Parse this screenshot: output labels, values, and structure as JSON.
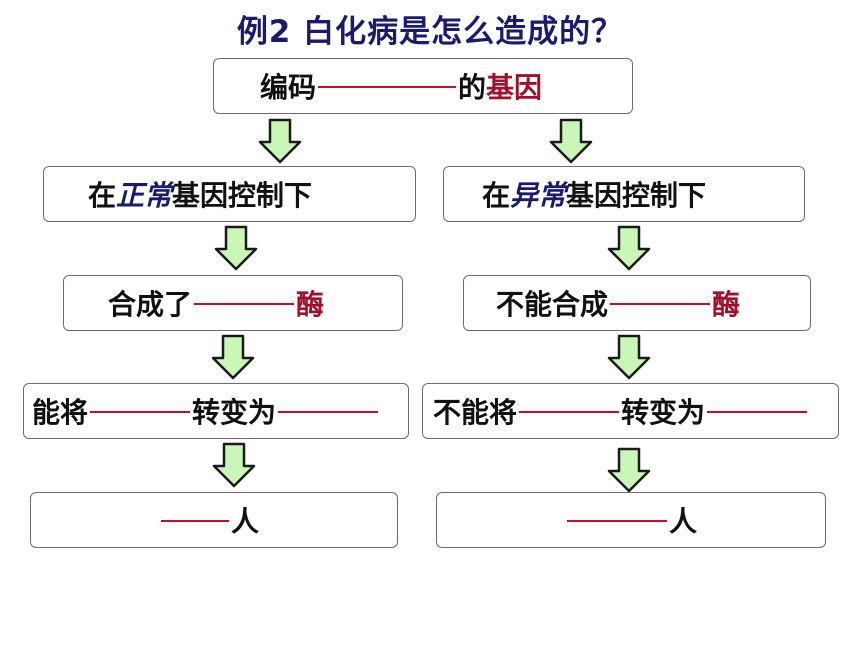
{
  "title": "例2  白化病是怎么造成的？",
  "top_box": {
    "prefix": "编码",
    "suffix": "的",
    "highlight": "基因"
  },
  "left": {
    "row1": {
      "prefix": "在",
      "italic": "正常",
      "suffix": "基因控制下"
    },
    "row2": {
      "prefix": "合成了",
      "highlight": "酶"
    },
    "row3": {
      "prefix": "能将",
      "middle": "转变为"
    },
    "row4": {
      "suffix": "人"
    }
  },
  "right": {
    "row1": {
      "prefix": "在",
      "italic": "异常",
      "suffix": "基因控制下"
    },
    "row2": {
      "prefix": "不能合成",
      "highlight": "酶"
    },
    "row3": {
      "prefix": "不能将",
      "middle": "转变为"
    },
    "row4": {
      "suffix": "人"
    }
  },
  "colors": {
    "title": "#1a1a6e",
    "highlight": "#a0102a",
    "blank_line": "#c0102a",
    "arrow_fill": "#c8f7b8",
    "arrow_stroke": "#1a1a1a"
  },
  "icons": {
    "flow_arrow": "down-arrow-icon"
  }
}
